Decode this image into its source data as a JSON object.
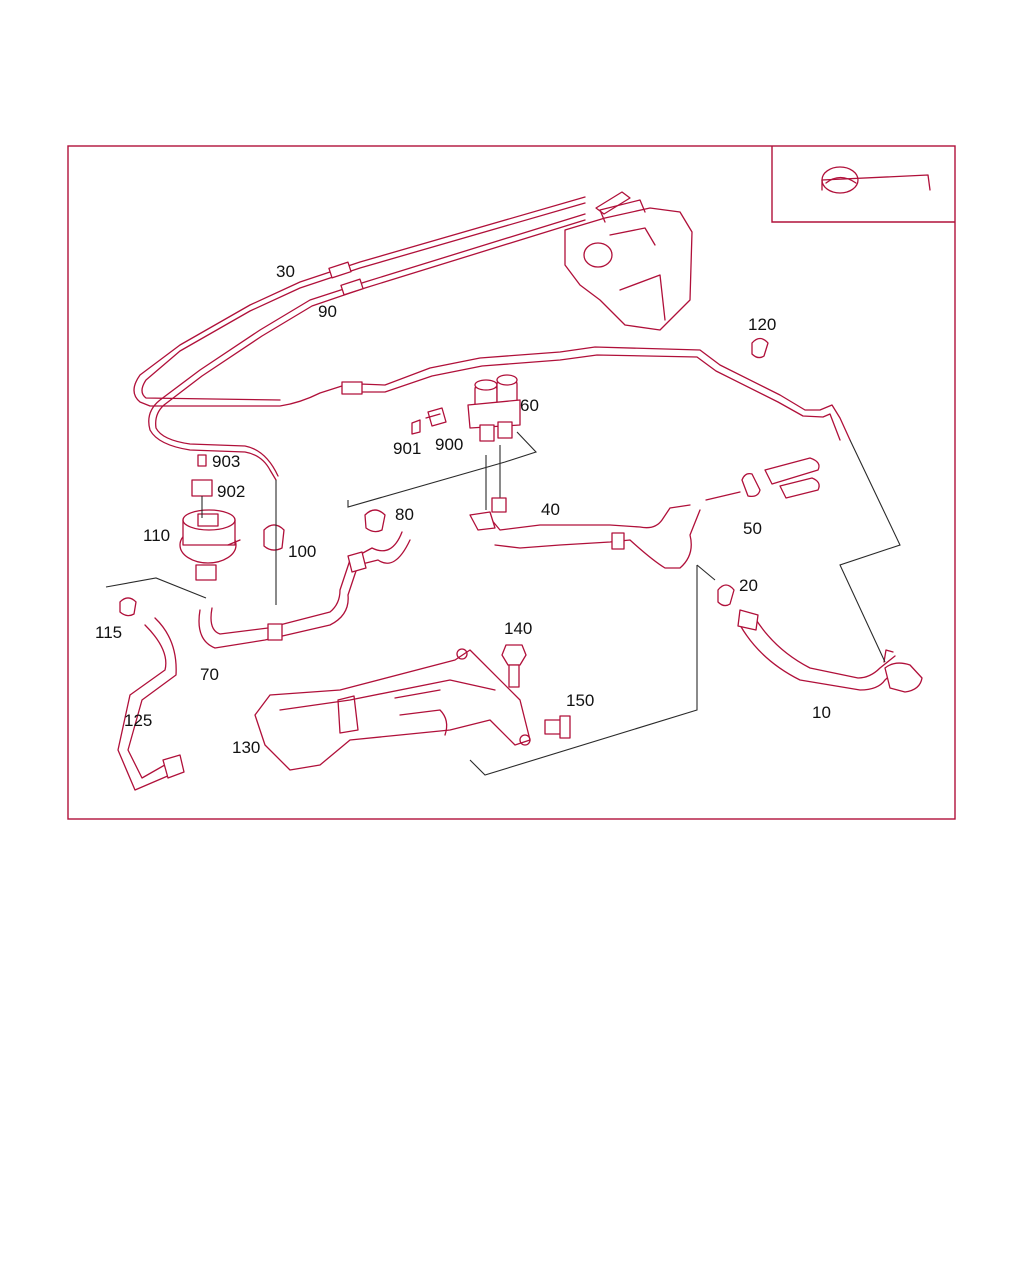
{
  "diagram": {
    "type": "parts-exploded-view",
    "accent_color": "#b0103a",
    "line_color": "#2a2a2a",
    "callouts": {
      "c10": "10",
      "c20": "20",
      "c30": "30",
      "c40": "40",
      "c50": "50",
      "c60": "60",
      "c70": "70",
      "c80": "80",
      "c90": "90",
      "c100": "100",
      "c110": "110",
      "c115": "115",
      "c120": "120",
      "c125": "125",
      "c130": "130",
      "c140": "140",
      "c150": "150",
      "c900": "900",
      "c901": "901",
      "c902": "902",
      "c903": "903"
    },
    "icons": {
      "inset": "hose-lines-icon"
    }
  }
}
